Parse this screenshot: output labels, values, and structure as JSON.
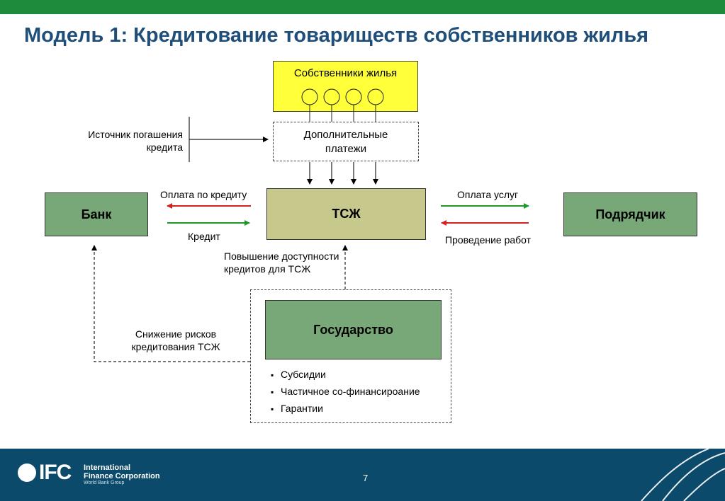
{
  "title": "Модель 1: Кредитование товариществ собственников жилья",
  "nodes": {
    "owners": "Собственники жилья",
    "extra_payments": "Дополнительные платежи",
    "tszh": "ТСЖ",
    "bank": "Банк",
    "contractor": "Подрядчик",
    "state": "Государство"
  },
  "labels": {
    "repayment_source": "Источник погашения кредита",
    "loan_payment": "Оплата по кредиту",
    "credit": "Кредит",
    "service_payment": "Оплата услуг",
    "works": "Проведение работ",
    "credit_access": "Повышение доступности кредитов для ТСЖ",
    "risk_reduction": "Снижение рисков кредитования ТСЖ"
  },
  "state_support": [
    "Субсидии",
    "Частичное со-финансироание",
    "Гарантии"
  ],
  "footer": {
    "logo_text": "IFC",
    "org_name_line1": "International",
    "org_name_line2": "Finance Corporation",
    "org_sub": "World Bank Group",
    "page": "7"
  },
  "colors": {
    "title": "#1f4e79",
    "top_bar": "#1e8a3c",
    "footer": "#0b4a6b",
    "owners_fill": "#ffff3a",
    "node_green": "#78a878",
    "node_olive": "#c6c88c",
    "arrow_red": "#d42020",
    "arrow_green": "#1f9a2a"
  }
}
